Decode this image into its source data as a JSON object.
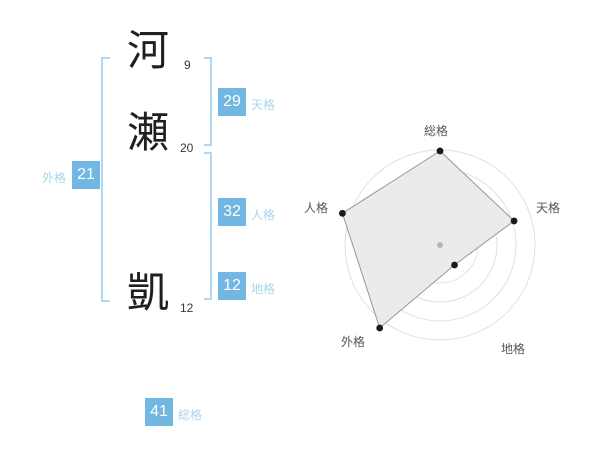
{
  "name": {
    "characters": [
      {
        "char": "河",
        "strokes": "9"
      },
      {
        "char": "瀬",
        "strokes": "20"
      },
      {
        "char": "凱",
        "strokes": "12"
      }
    ]
  },
  "kaku": {
    "tenkaku": {
      "label": "天格",
      "value": "29"
    },
    "jinkaku": {
      "label": "人格",
      "value": "32"
    },
    "chikaku": {
      "label": "地格",
      "value": "12"
    },
    "gaikaku": {
      "label": "外格",
      "value": "21"
    },
    "soukaku": {
      "label": "総格",
      "value": "41"
    }
  },
  "colors": {
    "accent": "#72b6e2",
    "accent_light": "#a9d4ef",
    "bracket": "#b0d8f2",
    "chart_fill": "#e8e8e8",
    "chart_stroke": "#979797",
    "ring": "#e0e0e0",
    "vertex_dot": "#1a1a1a",
    "center_dot": "#b5b5b5"
  },
  "chart_data": {
    "type": "radar",
    "title": "",
    "axes": [
      "総格",
      "天格",
      "地格",
      "外格",
      "人格"
    ],
    "values": [
      0.99,
      0.82,
      0.26,
      1.08,
      1.08
    ],
    "rings": 5,
    "start_angle_deg": -90,
    "legend": "none",
    "grid": "concentric-circles"
  }
}
